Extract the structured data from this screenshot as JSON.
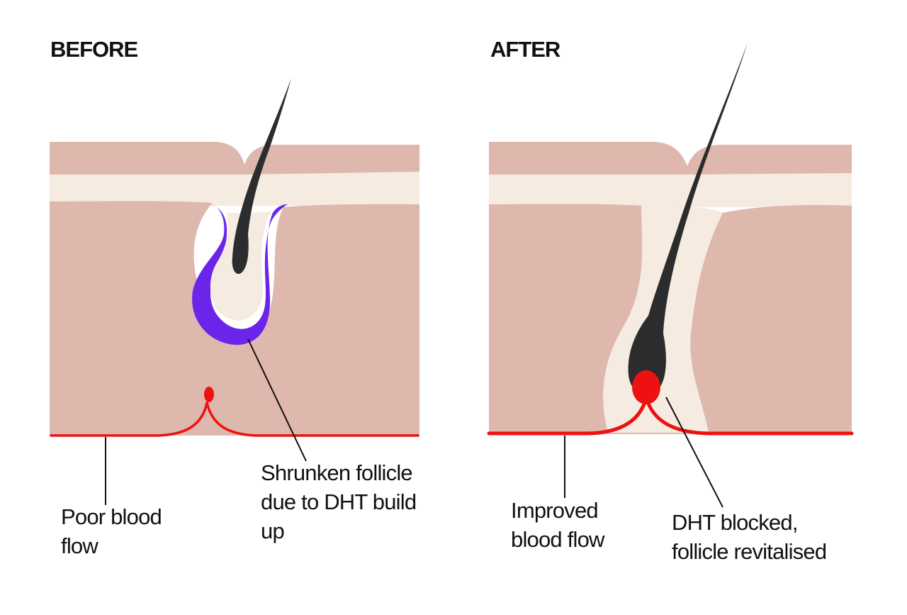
{
  "before": {
    "title": "BEFORE",
    "blood_label": [
      "Poor blood",
      "flow"
    ],
    "follicle_label": [
      "Shrunken follicle",
      "due to DHT build",
      "up"
    ]
  },
  "after": {
    "title": "AFTER",
    "blood_label": [
      "Improved",
      "blood flow"
    ],
    "follicle_label": [
      "DHT blocked,",
      "follicle revitalised"
    ]
  },
  "colors": {
    "skin": "#DEB7AD",
    "dermis_light": "#F5EBE1",
    "hair": "#2B2C2E",
    "dht_buildup": "#6B24EA",
    "blood": "#EE1111",
    "leader_line": "#111111"
  }
}
